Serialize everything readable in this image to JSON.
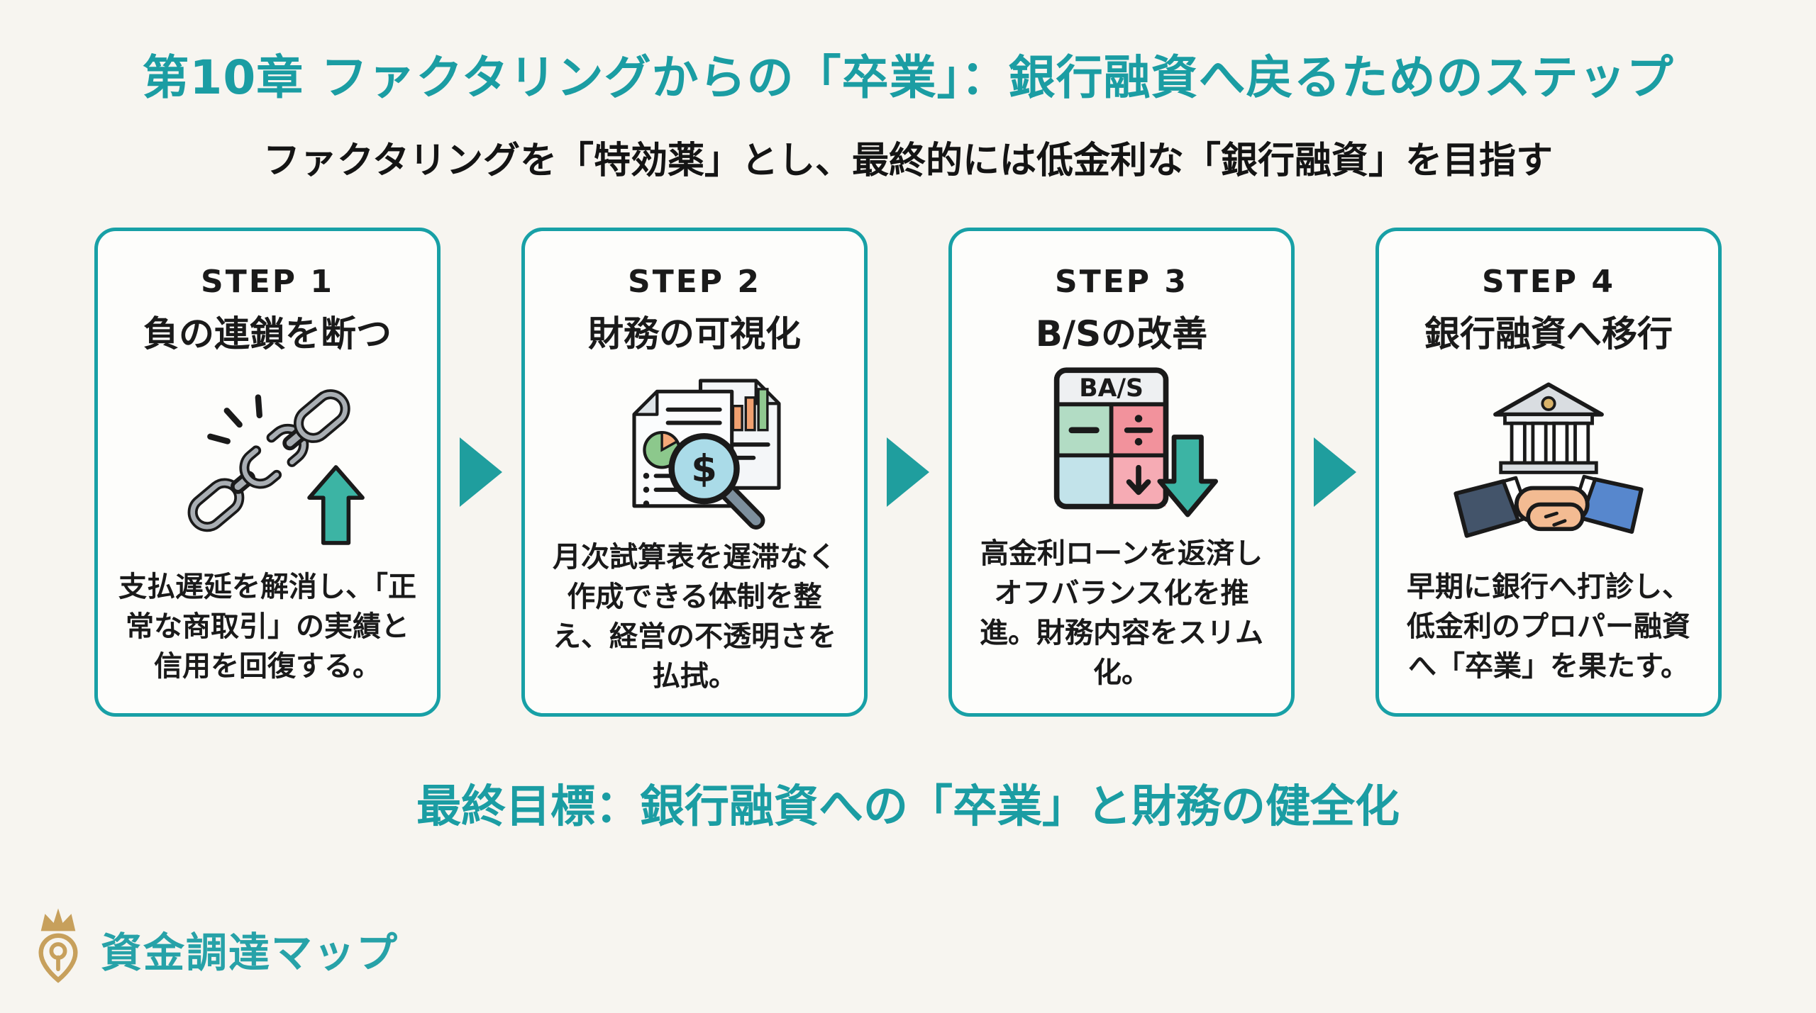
{
  "header": {
    "title": "第10章 ファクタリングからの「卒業」：銀行融資へ戻るためのステップ",
    "subtitle": "ファクタリングを「特効薬」とし、最終的には低金利な「銀行融資」を目指す"
  },
  "steps": [
    {
      "step_label": "STEP 1",
      "title": "負の連鎖を断つ",
      "description": "支払遅延を解消し、「正常な商取引」の実績と信用を回復する。",
      "icon": "broken-chain-up-arrow-icon"
    },
    {
      "step_label": "STEP 2",
      "title": "財務の可視化",
      "description": "月次試算表を遅滞なく作成できる体制を整え、経営の不透明さを払拭。",
      "icon": "financial-documents-magnifier-icon",
      "icon_text": "$"
    },
    {
      "step_label": "STEP 3",
      "title": "B/Sの改善",
      "description": "高金利ローンを返済しオフバランス化を推進。財務内容をスリム化。",
      "icon": "balance-sheet-calculator-down-arrow-icon",
      "icon_text": "BA/S",
      "icon_cells": {
        "minus": "−",
        "divide": "÷",
        "down": "↓"
      }
    },
    {
      "step_label": "STEP 4",
      "title": "銀行融資へ移行",
      "description": "早期に銀行へ打診し、低金利のプロパー融資へ「卒業」を果たす。",
      "icon": "bank-handshake-icon"
    }
  ],
  "flow": {
    "arrow_icon": "right-arrow-icon",
    "arrow_count": 3
  },
  "goal": {
    "text": "最終目標：銀行融資への「卒業」と財務の健全化"
  },
  "footer": {
    "brand": "資金調達マップ",
    "logo_icon": "crown-map-pin-logo"
  },
  "colors": {
    "accent_teal": "#1b9da3",
    "arrow_teal": "#1f9e9e",
    "icon_teal": "#3cb4a4",
    "background": "#f7f5f0",
    "card_background": "#fdfdfb",
    "text_black": "#1a1a1a",
    "logo_gold": "#c7a05c",
    "cell_mint": "#b2dcc4",
    "cell_pink": "#f2929c",
    "cell_blue": "#c2e3ea",
    "cell_pink_light": "#f6abb4",
    "sleeve_dark": "#43546a",
    "sleeve_blue": "#5787cd",
    "hand_skin": "#f3bb92",
    "chain_gray": "#a9aeb3"
  }
}
